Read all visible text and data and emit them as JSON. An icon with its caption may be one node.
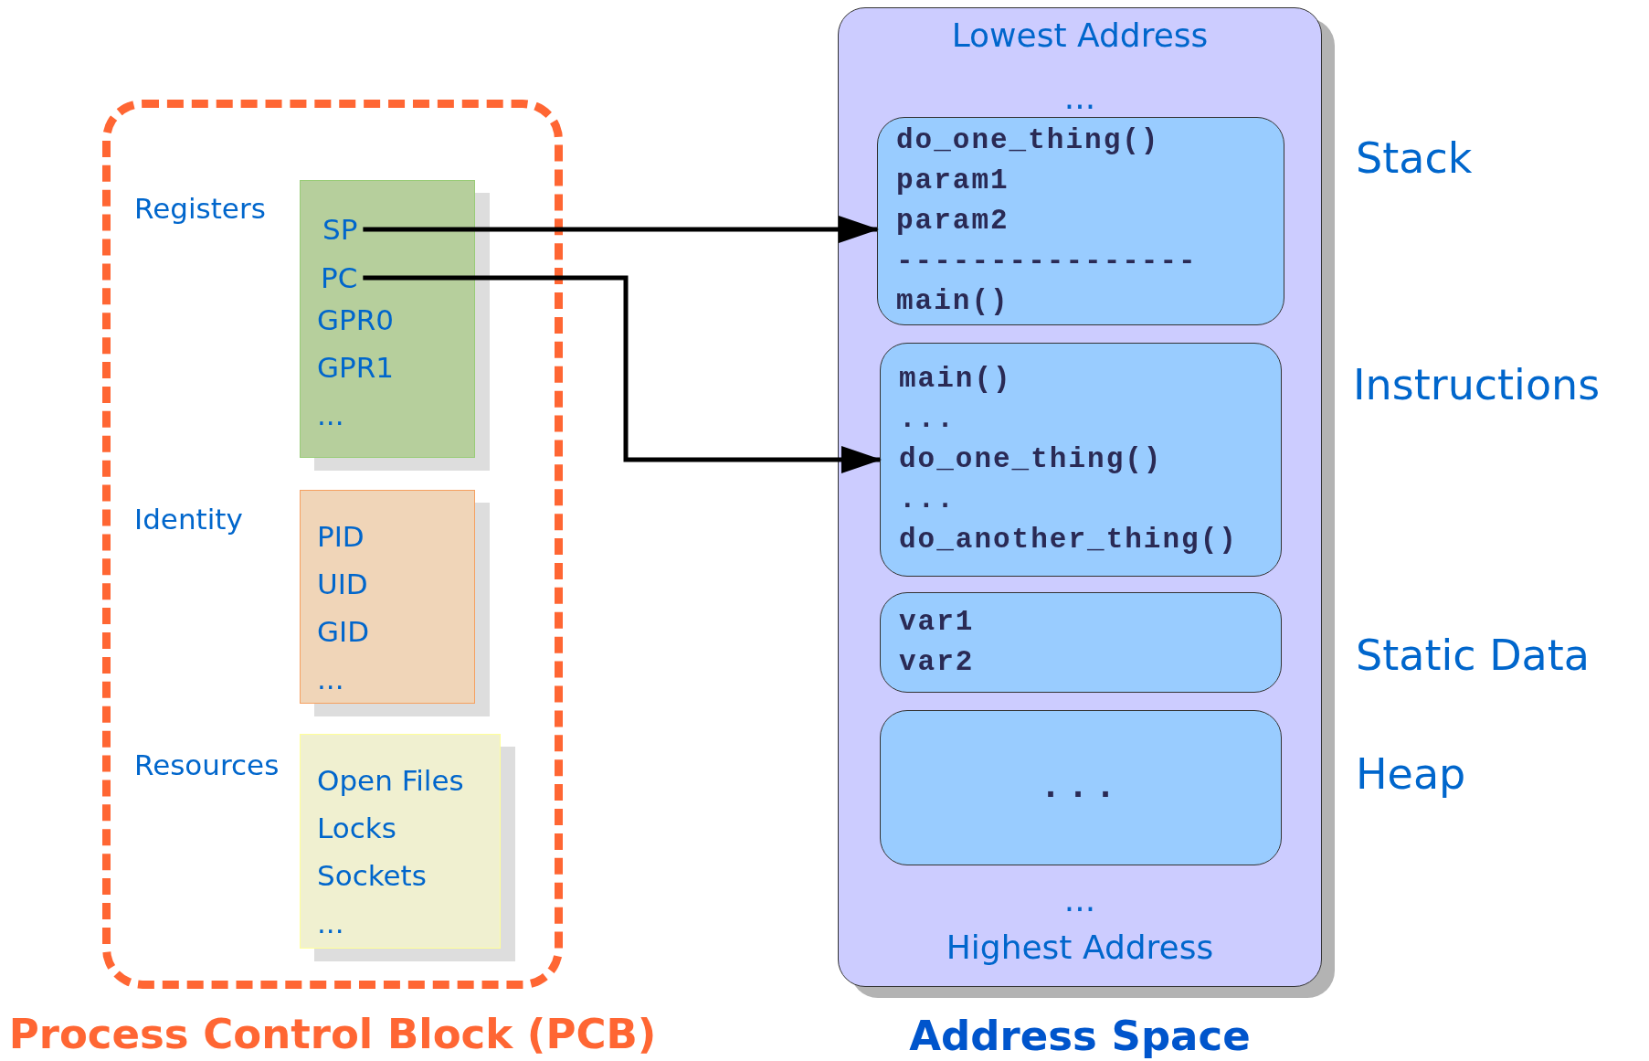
{
  "diagram": {
    "nodes": [
      {
        "text": [
          "Process Control Block (PCB)"
        ]
      },
      {
        "text": [
          "GPR0",
          "GPR1",
          "..."
        ],
        "in": 0,
        "beside": [
          "Registers"
        ]
      },
      {
        "text": [
          "SP"
        ],
        "in": 1
      },
      {
        "text": [
          "PC"
        ],
        "in": 1
      },
      {
        "text": [
          "PID",
          "UID",
          "GID",
          "..."
        ],
        "in": 0,
        "beside": [
          "Identity"
        ]
      },
      {
        "text": [
          "Open Files",
          "Locks",
          "Sockets",
          "..."
        ],
        "in": 0,
        "beside": [
          "Resources"
        ]
      },
      {
        "text": [
          "Lowest Address",
          "...",
          "...",
          "Highest Address",
          "Address Space"
        ]
      },
      {
        "text": [
          "do_one_thing()",
          "param1",
          "param2",
          "----------------",
          "main()"
        ],
        "in": 6,
        "beside": [
          "Stack"
        ]
      },
      {
        "text": [
          "main()",
          "...",
          "do_one_thing()",
          "...",
          "do_another_thing()"
        ],
        "in": 6,
        "beside": [
          "Instructions"
        ]
      },
      {
        "text": [
          "var1",
          "var2"
        ],
        "in": 6,
        "beside": [
          "Static Data"
        ]
      },
      {
        "text": [
          "..."
        ],
        "in": 6,
        "beside": [
          "Heap"
        ]
      }
    ],
    "edges": [
      {
        "from": 2,
        "to": 7,
        "arrow": "to"
      },
      {
        "from": 3,
        "to": 8,
        "arrow": "to"
      }
    ]
  }
}
